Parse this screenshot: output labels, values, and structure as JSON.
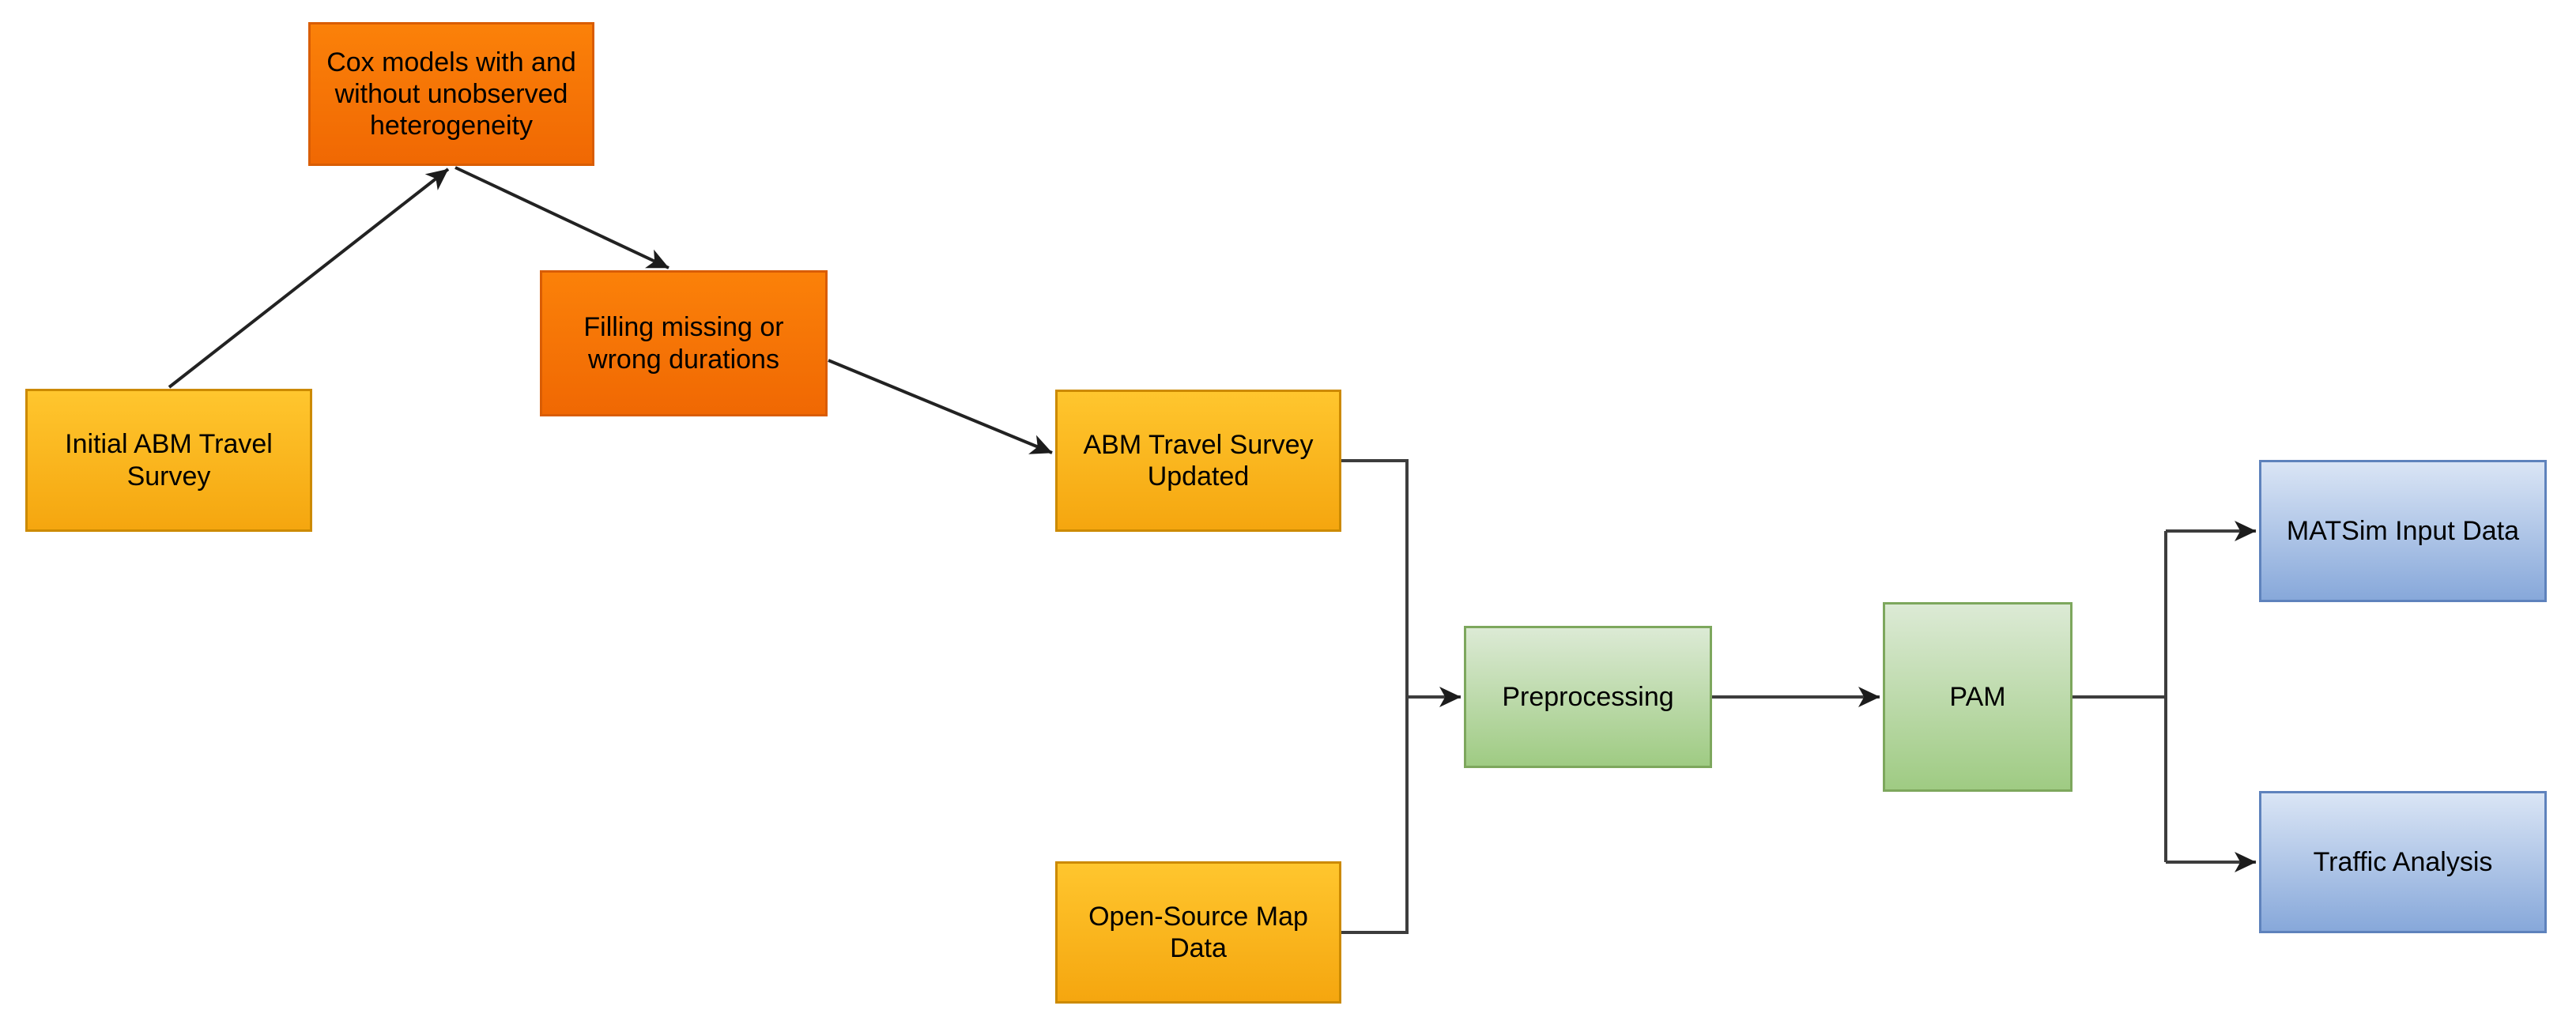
{
  "diagram": {
    "type": "flowchart",
    "nodes": [
      {
        "id": "initial-abm-travel-survey",
        "label": "Initial ABM Travel Survey",
        "fill": "gold"
      },
      {
        "id": "cox-models",
        "label": "Cox models with and without unobserved heterogeneity",
        "fill": "orange"
      },
      {
        "id": "filling-durations",
        "label": "Filling missing or wrong durations",
        "fill": "orange"
      },
      {
        "id": "abm-travel-survey-updated",
        "label": "ABM Travel Survey Updated",
        "fill": "gold"
      },
      {
        "id": "open-source-map-data",
        "label": "Open-Source Map Data",
        "fill": "gold"
      },
      {
        "id": "preprocessing",
        "label": "Preprocessing",
        "fill": "green"
      },
      {
        "id": "pam",
        "label": "PAM",
        "fill": "green"
      },
      {
        "id": "matsim-input-data",
        "label": "MATSim Input Data",
        "fill": "blue"
      },
      {
        "id": "traffic-analysis",
        "label": "Traffic Analysis",
        "fill": "blue"
      }
    ],
    "edges": [
      {
        "from": "initial-abm-travel-survey",
        "to": "cox-models"
      },
      {
        "from": "cox-models",
        "to": "filling-durations"
      },
      {
        "from": "filling-durations",
        "to": "abm-travel-survey-updated"
      },
      {
        "from": "abm-travel-survey-updated",
        "to": "preprocessing"
      },
      {
        "from": "open-source-map-data",
        "to": "preprocessing"
      },
      {
        "from": "preprocessing",
        "to": "pam"
      },
      {
        "from": "pam",
        "to": "matsim-input-data"
      },
      {
        "from": "pam",
        "to": "traffic-analysis"
      }
    ],
    "colors": {
      "gold_top": "#FFC62E",
      "gold_bottom": "#F5A60F",
      "gold_border": "#CC8A00",
      "orange_top": "#FB8109",
      "orange_bottom": "#F06803",
      "orange_border": "#D95D04",
      "green_top": "#DCEAD5",
      "green_bottom": "#9FCB83",
      "green_border": "#7DA75D",
      "blue_top": "#DAE5F5",
      "blue_bottom": "#87A8DA",
      "blue_border": "#5E82BC",
      "connector": "#3D3D3D",
      "arrowhead": "#1C1C1C",
      "background": "#FFFFFF"
    }
  }
}
